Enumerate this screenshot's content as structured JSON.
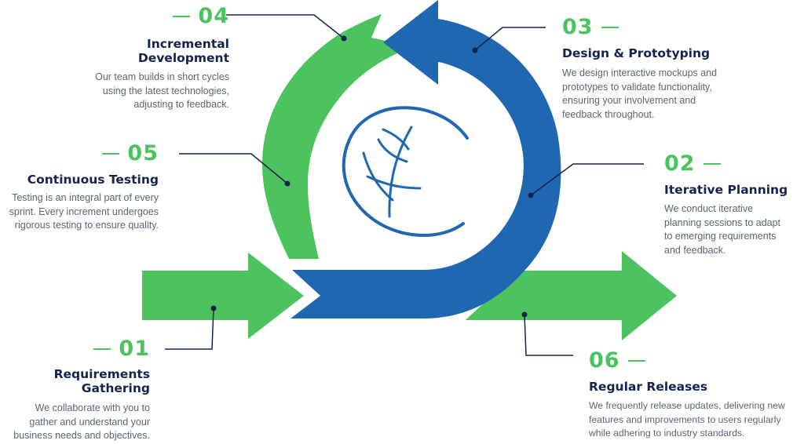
{
  "colors": {
    "green": "#4cc35f",
    "blue": "#1f67b1",
    "title": "#14244f",
    "text": "#5d6470"
  },
  "steps": {
    "s01": {
      "number": "01",
      "title_line1": "Requirements",
      "title_line2": "Gathering",
      "desc_lines": [
        "We collaborate with you to",
        "gather and understand your",
        "business needs and objectives."
      ]
    },
    "s02": {
      "number": "02",
      "title": "Iterative Planning",
      "desc_lines": [
        "We conduct iterative",
        "planning sessions to adapt",
        "to emerging requirements",
        "and feedback."
      ]
    },
    "s03": {
      "number": "03",
      "title": "Design & Prototyping",
      "desc_lines": [
        "We design interactive mockups and",
        "prototypes to validate functionality,",
        "ensuring your involvement and",
        "feedback throughout."
      ]
    },
    "s04": {
      "number": "04",
      "title_line1": "Incremental",
      "title_line2": "Development",
      "desc_lines": [
        "Our team builds in short cycles",
        "using the latest technologies,",
        "adjusting to feedback."
      ]
    },
    "s05": {
      "number": "05",
      "title": "Continuous Testing",
      "desc_lines": [
        "Testing is an integral part of every",
        "sprint. Every increment undergoes",
        "rigorous testing to ensure quality."
      ]
    },
    "s06": {
      "number": "06",
      "title": "Regular Releases",
      "desc_lines": [
        "We frequently release updates, delivering new",
        "features and improvements to users regularly",
        "while adhering to industry standards."
      ]
    }
  }
}
